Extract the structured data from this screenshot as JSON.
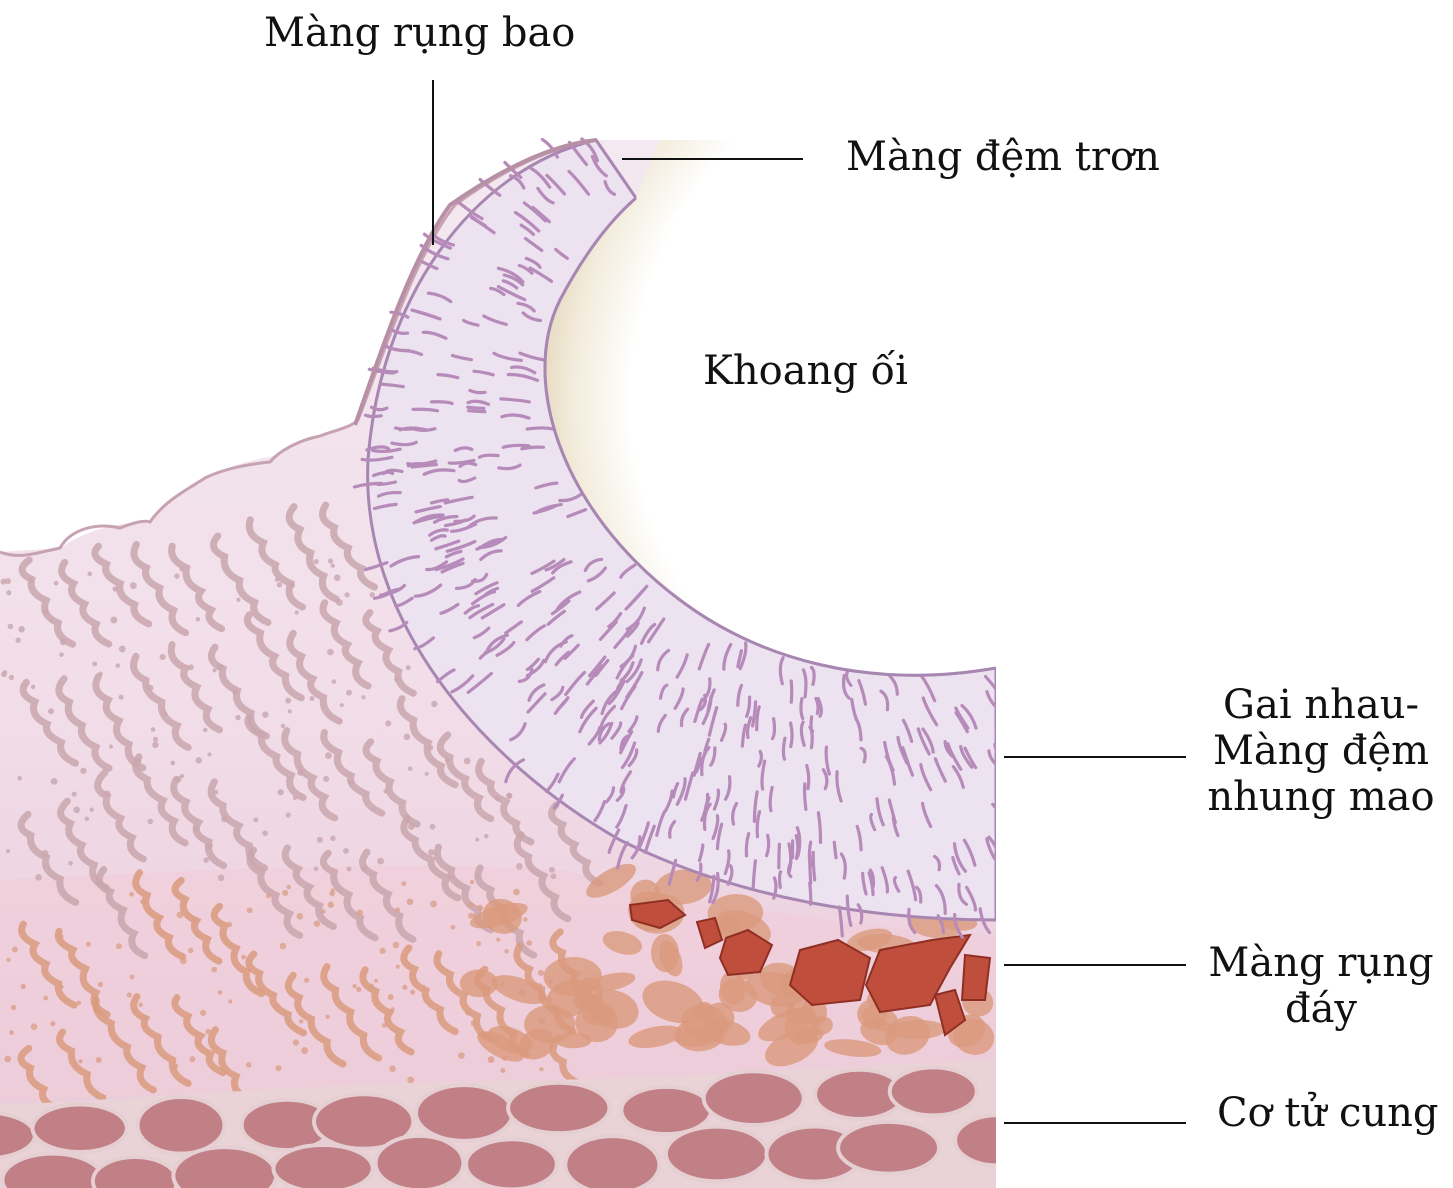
{
  "labels": {
    "decidua_capsularis": "Màng rụng bao",
    "chorion_laeve": "Màng đệm trơn",
    "amniotic_cavity": "Khoang ối",
    "chorion_frondosum": [
      "Gai nhau-",
      "Màng đệm",
      "nhung mao"
    ],
    "decidua_basalis": [
      "Màng rụng",
      "đáy"
    ],
    "myometrium": "Cơ tử cung"
  },
  "colors": {
    "chorion_fill": "#ece2f0",
    "chorion_villi": "#b68ab9",
    "chorion_outline": "#a886b2",
    "decidua_pink": "#f3e6ee",
    "decidua_stroke": "#c9a6ad",
    "decidua_basalis_orange": "#d99a7d",
    "maternal_vessels": "#c04e3c",
    "myometrium": "#c17f86",
    "myometrium_outline": "#e6cfd2",
    "amnion_cream": "#ece3cf",
    "leader": "#111111"
  }
}
